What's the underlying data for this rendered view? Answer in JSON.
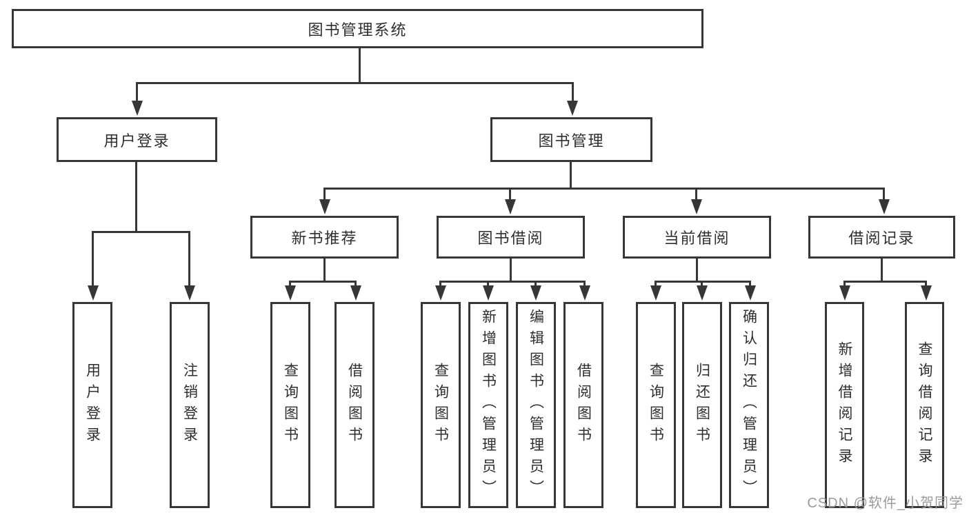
{
  "diagram": {
    "type": "tree",
    "root": {
      "label": "图书管理系统"
    },
    "level2": [
      {
        "label": "用户登录",
        "children": [
          {
            "label": "用户登录"
          },
          {
            "label": "注销登录"
          }
        ]
      },
      {
        "label": "图书管理",
        "children": [
          {
            "label": "新书推荐",
            "children": [
              {
                "label": "查询图书"
              },
              {
                "label": "借阅图书"
              }
            ]
          },
          {
            "label": "图书借阅",
            "children": [
              {
                "label": "查询图书"
              },
              {
                "label": "新增图书（管理员）"
              },
              {
                "label": "编辑图书（管理员）"
              },
              {
                "label": "借阅图书"
              }
            ]
          },
          {
            "label": "当前借阅",
            "children": [
              {
                "label": "查询图书"
              },
              {
                "label": "归还图书"
              },
              {
                "label": "确认归还（管理员）"
              }
            ]
          },
          {
            "label": "借阅记录",
            "children": [
              {
                "label": "新增借阅记录"
              },
              {
                "label": "查询借阅记录"
              }
            ]
          }
        ]
      }
    ],
    "colors": {
      "line": "#363636",
      "text": "#2e2e2e",
      "background": "#ffffff",
      "watermark": "#9b9b9b"
    }
  },
  "watermark": {
    "text": "CSDN @软件_小贺同学"
  }
}
